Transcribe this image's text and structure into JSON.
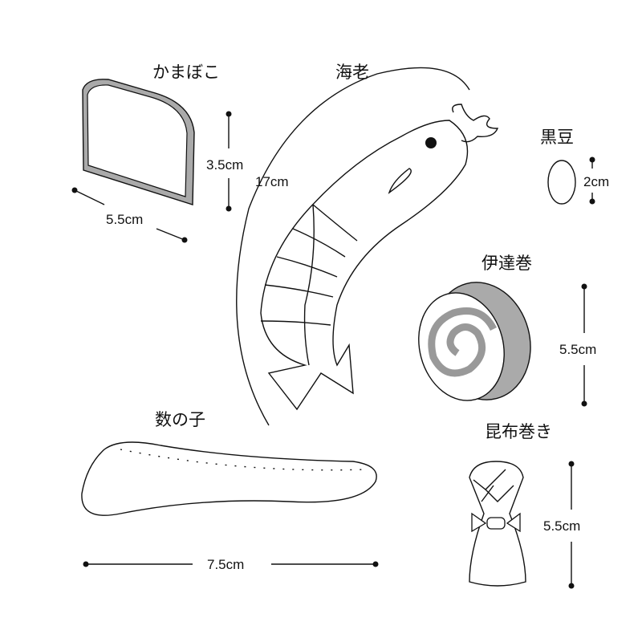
{
  "items": {
    "kamaboko": {
      "name": "かまぼこ",
      "height": "3.5cm",
      "width": "5.5cm"
    },
    "ebi": {
      "name": "海老",
      "length": "17cm"
    },
    "kuromame": {
      "name": "黒豆",
      "size": "2cm"
    },
    "datemaki": {
      "name": "伊達巻",
      "size": "5.5cm"
    },
    "kazunoko": {
      "name": "数の子",
      "length": "7.5cm"
    },
    "konbumaki": {
      "name": "昆布巻き",
      "height": "5.5cm"
    }
  },
  "colors": {
    "line": "#111111",
    "fill_gray": "#aaaaaa"
  }
}
